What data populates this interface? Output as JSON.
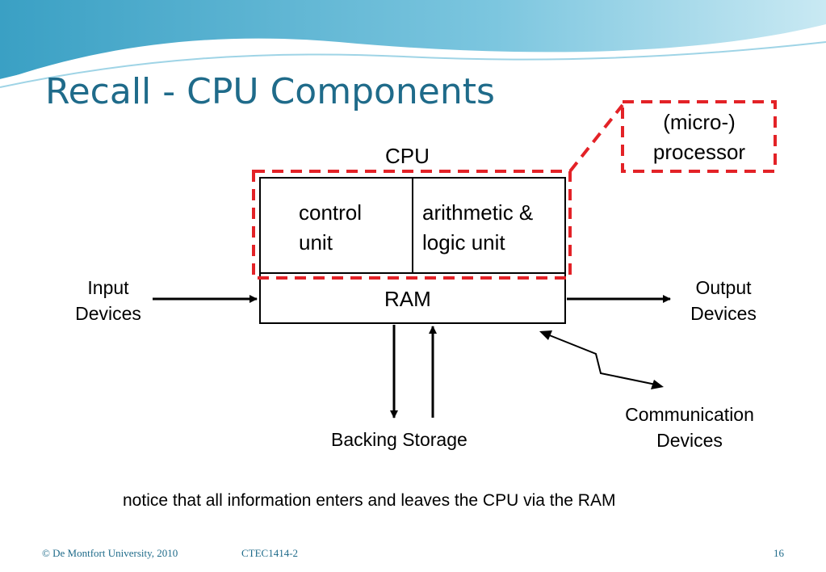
{
  "slide": {
    "title": "Recall - CPU Components",
    "note": "notice that all information enters and leaves the CPU via the RAM"
  },
  "diagram": {
    "cpu_label": "CPU",
    "control_unit": [
      "control",
      "unit"
    ],
    "alu": [
      "arithmetic &",
      "logic unit"
    ],
    "ram": "RAM",
    "input_devices": [
      "Input",
      "Devices"
    ],
    "output_devices": [
      "Output",
      "Devices"
    ],
    "backing_storage": "Backing Storage",
    "communication_devices": [
      "Communication",
      "Devices"
    ],
    "microprocessor": [
      "(micro-)",
      "processor"
    ],
    "colors": {
      "dashed": "#e32227",
      "lines": "#000000",
      "title": "#1f6b8a"
    }
  },
  "footer": {
    "copyright": "© De Montfort University, 2010",
    "course": "CTEC1414-2",
    "page": "16"
  }
}
